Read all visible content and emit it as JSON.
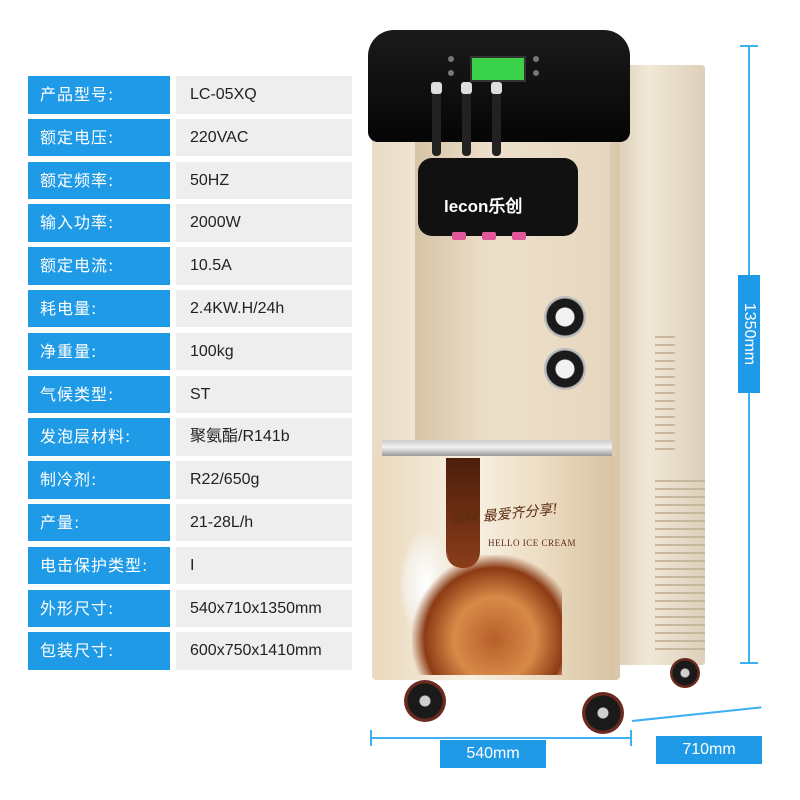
{
  "specs": [
    {
      "label": "产品型号:",
      "value": "LC-05XQ"
    },
    {
      "label": "额定电压:",
      "value": "220VAC"
    },
    {
      "label": "额定频率:",
      "value": "50HZ"
    },
    {
      "label": "输入功率:",
      "value": "2000W"
    },
    {
      "label": "额定电流:",
      "value": "10.5A"
    },
    {
      "label": "耗电量:",
      "value": "2.4KW.H/24h"
    },
    {
      "label": "净重量:",
      "value": "100kg"
    },
    {
      "label": "气候类型:",
      "value": "ST"
    },
    {
      "label": "发泡层材料:",
      "value": "聚氨酯/R141b"
    },
    {
      "label": "制冷剂:",
      "value": "R22/650g"
    },
    {
      "label": "产量:",
      "value": "21-28L/h"
    },
    {
      "label": "电击保护类型:",
      "value": "I"
    },
    {
      "label": "外形尺寸:",
      "value": "540x710x1350mm"
    },
    {
      "label": "包装尺寸:",
      "value": "600x750x1410mm"
    }
  ],
  "machine": {
    "brand": "lecon乐创",
    "slogan": "美味 最爱齐分享!",
    "tagline": "HELLO ICE CREAM"
  },
  "dimensions": {
    "height": "1350mm",
    "width": "540mm",
    "depth": "710mm"
  },
  "colors": {
    "accent": "#1f9ae6",
    "value_bg": "#eeeeee"
  }
}
